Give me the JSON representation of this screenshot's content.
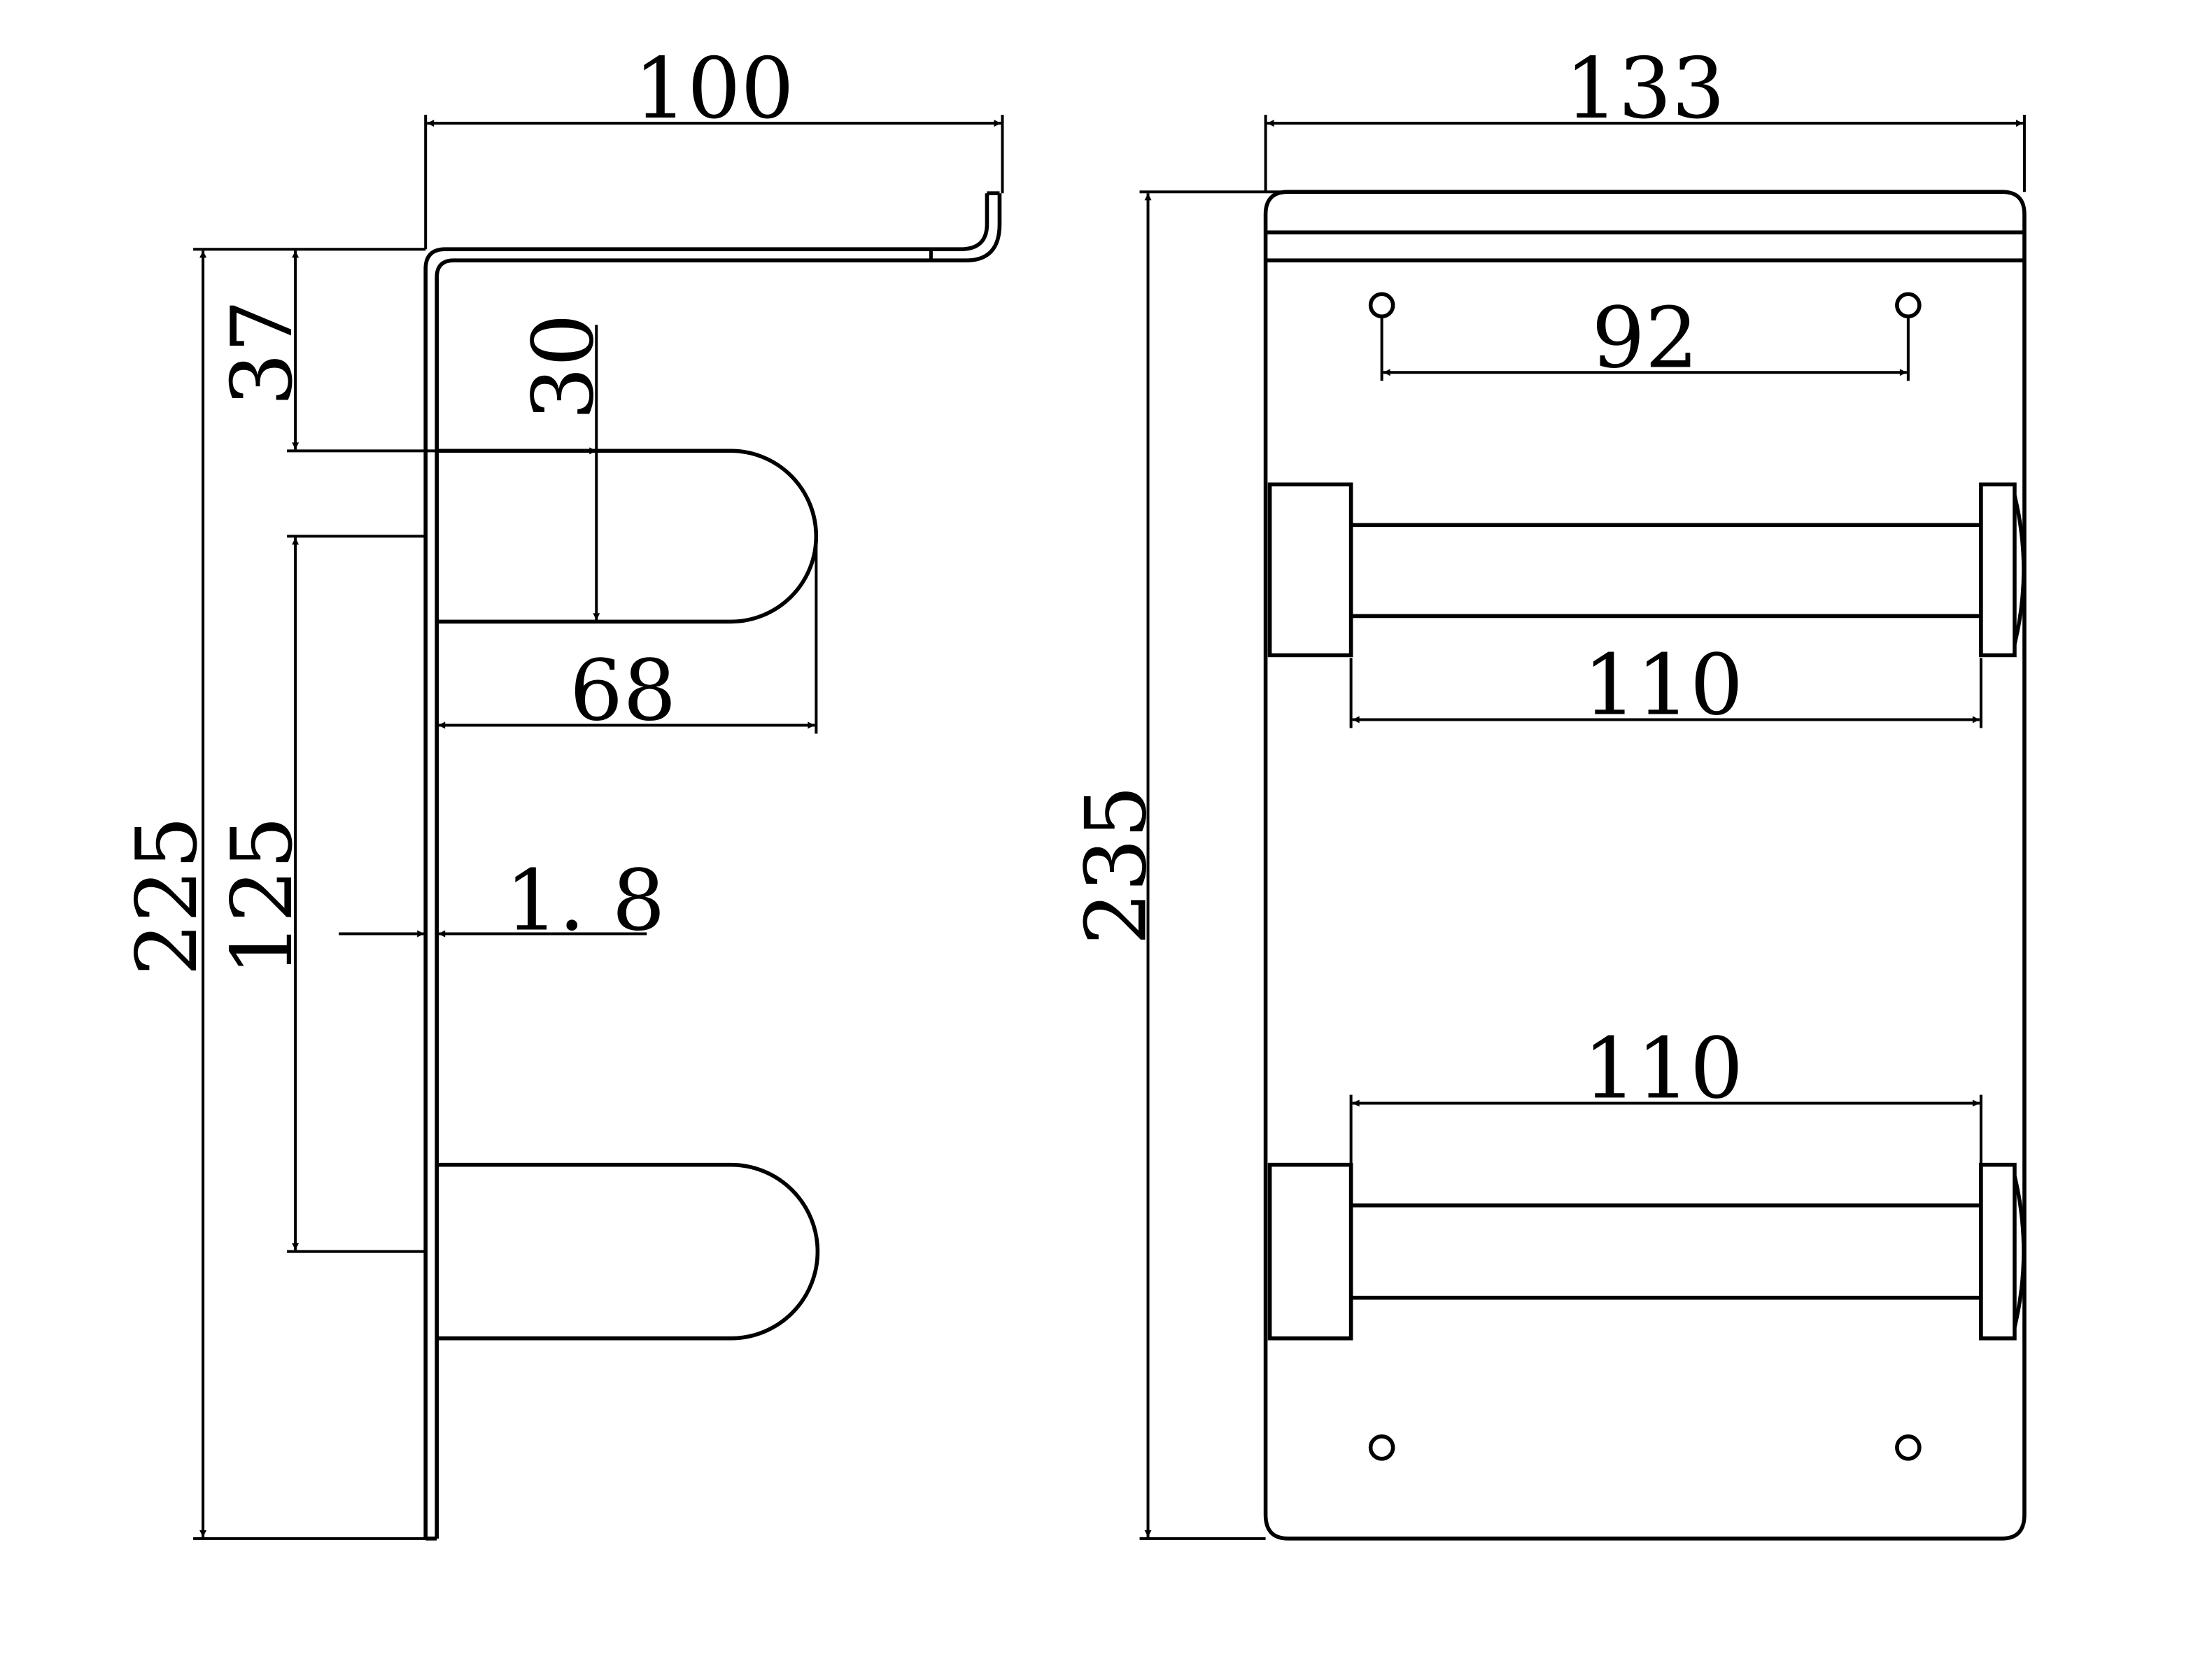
{
  "drawing": {
    "colors": {
      "line": "#000000",
      "background": "#ffffff"
    },
    "dimensions": {
      "side_width": "100",
      "front_width": "133",
      "top_to_bar": "37",
      "bar_height": "30",
      "bar_projection": "68",
      "bar_spacing": "125",
      "side_height": "225",
      "plate_thickness": "1. 8",
      "front_height": "235",
      "hole_spacing": "92",
      "upper_bar_length": "110",
      "lower_bar_length": "110"
    }
  }
}
